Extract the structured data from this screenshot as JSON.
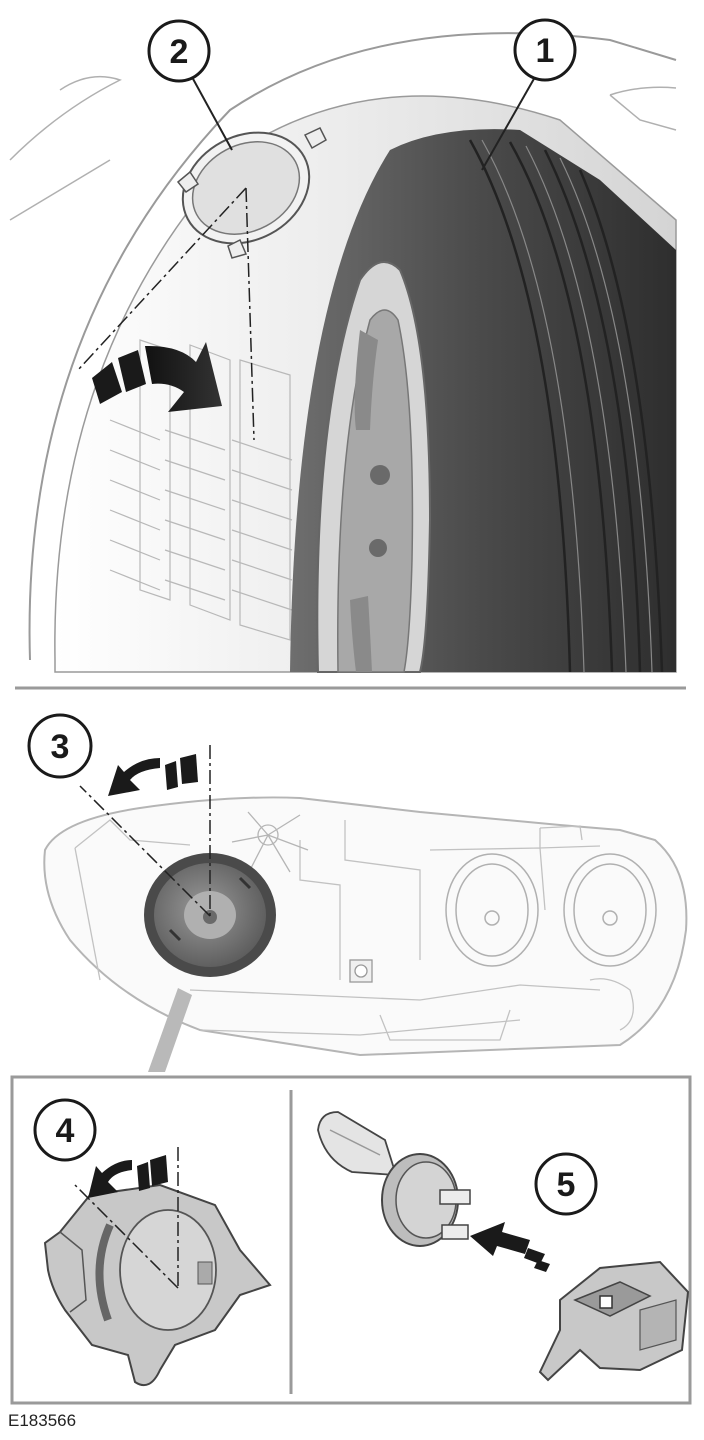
{
  "callouts": {
    "tire": "1",
    "cover": "2",
    "headlamp_rotate": "3",
    "bulb_rotate": "4",
    "bulb_insert": "5"
  },
  "figure_id": "E183566",
  "colors": {
    "line": "#1a1a1a",
    "tire_dark": "#3b3b3b",
    "tire_mid": "#6a6a6a",
    "wheel_light": "#cfcfcf",
    "panel_gray": "#c8c8c8",
    "ghost_line": "#b5b5b5",
    "frame": "#9a9a9a"
  }
}
